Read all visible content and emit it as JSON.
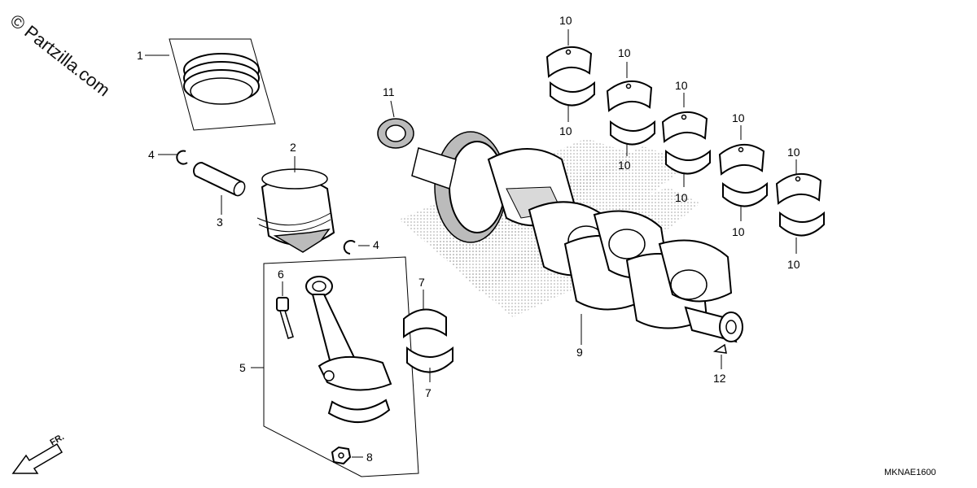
{
  "watermark": "© Partzilla.com",
  "diagram_code": "MKNAE1600",
  "front_arrow_label": "FR.",
  "callouts": {
    "c1": "1",
    "c2": "2",
    "c3": "3",
    "c4a": "4",
    "c4b": "4",
    "c5": "5",
    "c6": "6",
    "c7a": "7",
    "c7b": "7",
    "c8": "8",
    "c9": "9",
    "c11": "11",
    "c12": "12",
    "b1_top": "10",
    "b1_bot": "10",
    "b2_top": "10",
    "b2_bot": "10",
    "b3_top": "10",
    "b3_bot": "10",
    "b4_top": "10",
    "b4_bot": "10",
    "b5_top": "10",
    "b5_bot": "10"
  }
}
